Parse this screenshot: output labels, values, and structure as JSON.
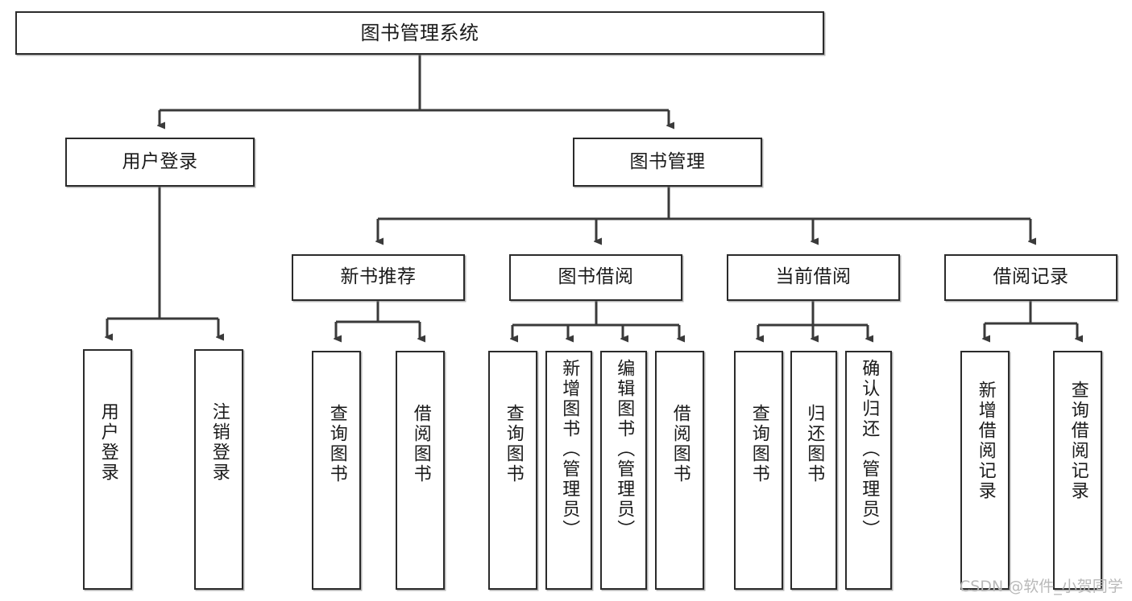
{
  "diagram": {
    "title": "图书管理系统",
    "type": "tree-hierarchy-chart",
    "root": {
      "label": "图书管理系统"
    },
    "level2": [
      {
        "label": "用户登录"
      },
      {
        "label": "图书管理"
      }
    ],
    "level3": [
      {
        "label": "新书推荐"
      },
      {
        "label": "图书借阅"
      },
      {
        "label": "当前借阅"
      },
      {
        "label": "借阅记录"
      }
    ],
    "leaves": [
      {
        "label": "用户登录"
      },
      {
        "label": "注销登录"
      },
      {
        "label": "查询图书"
      },
      {
        "label": "借阅图书"
      },
      {
        "label": "查询图书"
      },
      {
        "label": "新增图书（管理员）"
      },
      {
        "label": "编辑图书（管理员）"
      },
      {
        "label": "借阅图书"
      },
      {
        "label": "查询图书"
      },
      {
        "label": "归还图书"
      },
      {
        "label": "确认归还（管理员）"
      },
      {
        "label": "新增借阅记录"
      },
      {
        "label": "查询借阅记录"
      }
    ],
    "colors": {
      "box_stroke": "#2b2b2b",
      "box_fill": "#ffffff",
      "edge_stroke": "#3a3a3a",
      "text": "#1a1a1a",
      "watermark": "#b9b9b9"
    }
  },
  "watermark": {
    "text": "CSDN @软件_小贺同学"
  }
}
